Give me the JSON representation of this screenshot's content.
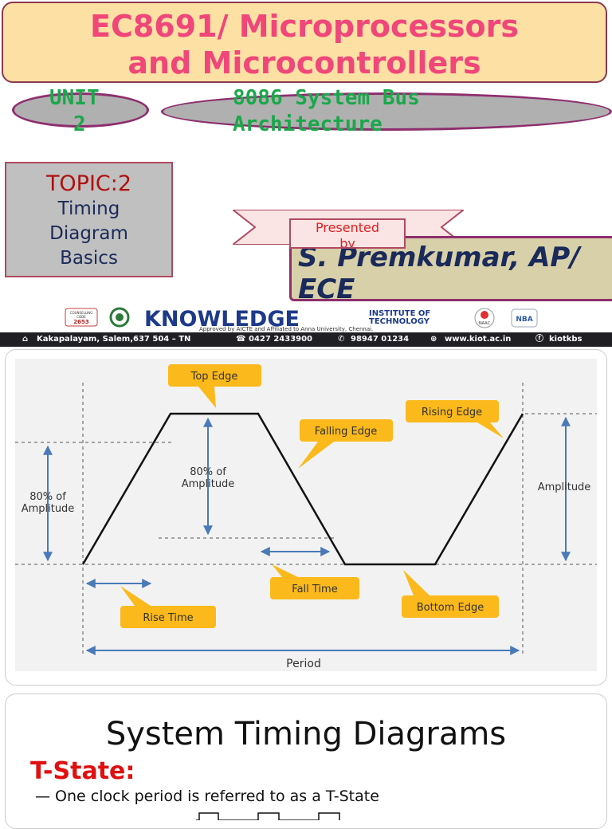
{
  "header": {
    "course_line1": "EC8691/ Microprocessors",
    "course_line2": "and Microcontrollers"
  },
  "unit": {
    "line1": "UNIT",
    "line2": "2"
  },
  "unit_title": {
    "line1": "8086 System Bus",
    "line2": "Architecture"
  },
  "topic": {
    "heading": "TOPIC:2",
    "lines": [
      "Timing",
      "Diagram",
      "Basics"
    ]
  },
  "presented_by": {
    "line1": "Presented",
    "line2": "by"
  },
  "presenter": {
    "line1": "S. Premkumar, AP/",
    "line2": "ECE"
  },
  "institute": {
    "name": "KNOWLEDGE",
    "suffix_line1": "INSTITUTE OF",
    "suffix_line2": "TECHNOLOGY",
    "approval": "Approved by AICTE and Affiliated to Anna University, Chennai.",
    "counselling_line1": "COUNSELLING",
    "counselling_line2": "CODE",
    "counselling_code": "2653",
    "address": "Kakapalayam, Salem,637 504 – TN",
    "phone": "0427 2433900",
    "mobile": "98947 01234",
    "website": "www.kiot.ac.in",
    "social": "kiotkbs",
    "accreditation1": "NAAC",
    "accreditation2": "NBA"
  },
  "diagram_labels": {
    "top_edge": "Top Edge",
    "falling_edge": "Falling Edge",
    "rising_edge": "Rising Edge",
    "amp80_left_line1": "80% of",
    "amp80_left_line2": "Amplitude",
    "amp80_mid_line1": "80% of",
    "amp80_mid_line2": "Amplitude",
    "amplitude": "Amplitude",
    "fall_time": "Fall Time",
    "rise_time": "Rise Time",
    "bottom_edge": "Bottom Edge",
    "period": "Period"
  },
  "colors": {
    "callout": "#fbb91b",
    "title_text": "#f0467a",
    "unit_text": "#1aa84a",
    "tstate": "#e01010"
  },
  "slide3": {
    "title": "System Timing Diagrams",
    "tstate_heading": "T-State:",
    "tstate_bullet": "—",
    "tstate_desc": "One clock period is referred to as a T-State"
  }
}
